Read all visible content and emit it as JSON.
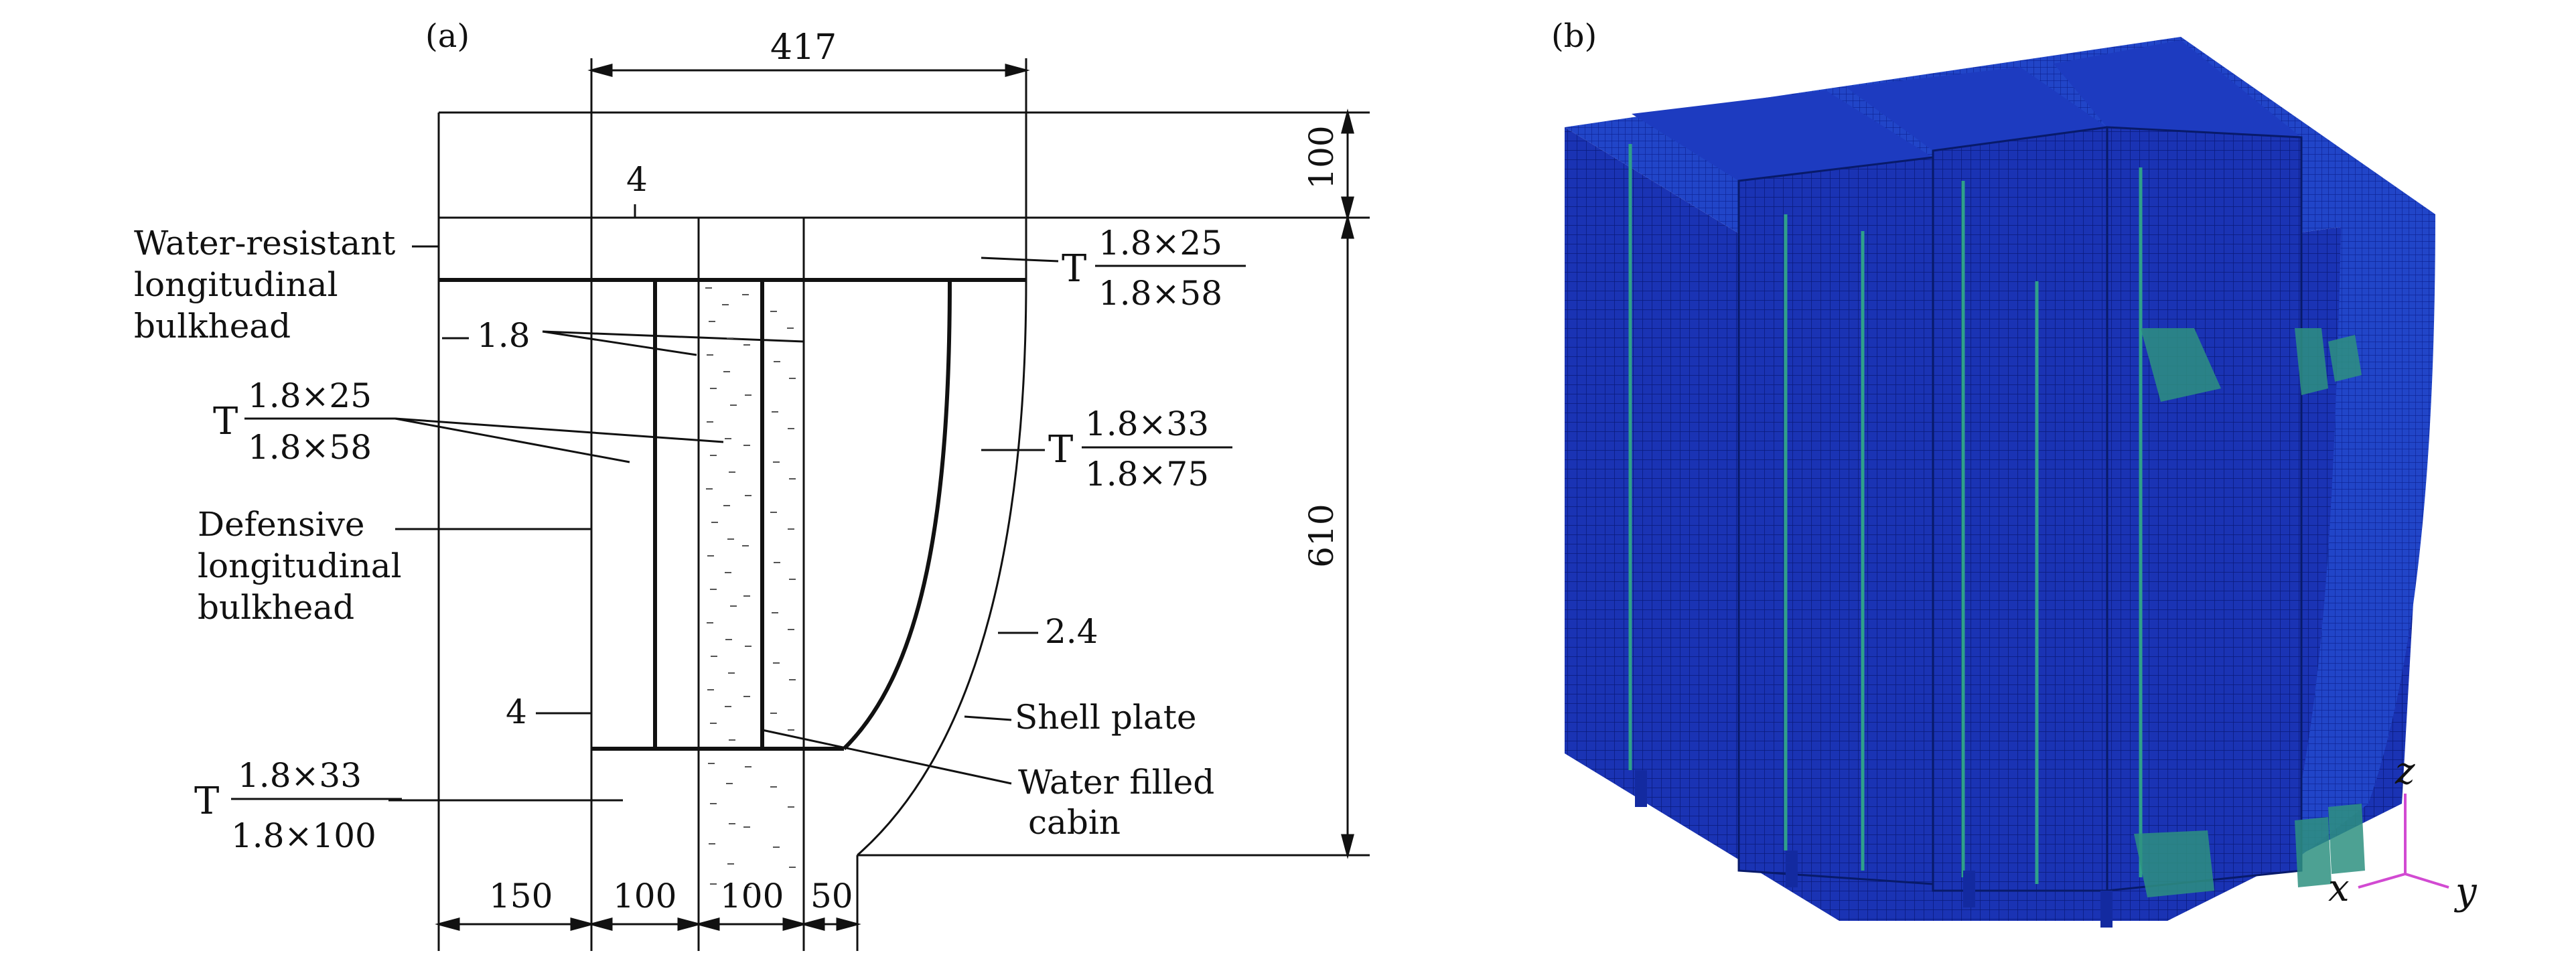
{
  "panel_a": {
    "label": "(a)",
    "top_dims": {
      "width": "417",
      "top_height": "100",
      "overall_height": "610"
    },
    "bottom_dims": [
      "150",
      "100",
      "100",
      "50"
    ],
    "thickness": {
      "deck": "4",
      "bottom": "4",
      "web": "1.8",
      "shell": "2.4"
    },
    "bulkhead_labels": {
      "water_resistant": [
        "Water-resistant",
        "longitudinal",
        "bulkhead"
      ],
      "defensive": [
        "Defensive",
        "longitudinal",
        "bulkhead"
      ]
    },
    "shell_label": "Shell plate",
    "water_cabin": [
      "Water filled",
      "cabin"
    ],
    "t_sections": {
      "upper_right": {
        "prefix": "T",
        "num": "1.8×25",
        "den": "1.8×58"
      },
      "left": {
        "prefix": "T",
        "num": "1.8×25",
        "den": "1.8×58"
      },
      "right_mid": {
        "prefix": "T",
        "num": "1.8×33",
        "den": "1.8×75"
      },
      "bottom_left": {
        "prefix": "T",
        "num": "1.8×33",
        "den": "1.8×100"
      }
    }
  },
  "panel_b": {
    "label": "(b)",
    "axes": {
      "x": "x",
      "y": "y",
      "z": "z"
    },
    "colors": {
      "mesh_fill": "#1a33b4",
      "mesh_line": "#0a1a7a",
      "stiffener": "#2fa08a",
      "axis": "#d24ad2"
    }
  }
}
